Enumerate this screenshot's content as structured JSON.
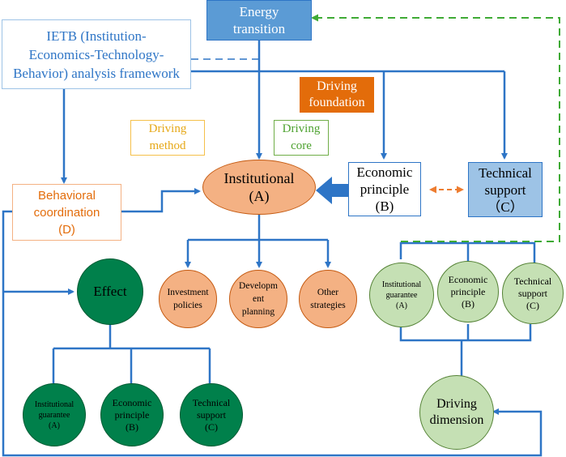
{
  "colors": {
    "blue_line": "#2e75c6",
    "green_dashed": "#3faa35",
    "orange_dashed": "#ed7d31",
    "energy_box": "#5b9bd5",
    "driving_foundation_box": "#e36c0a",
    "institutional_fill": "#f4b183",
    "technical_fill": "#9dc3e6",
    "dark_green": "#00804b",
    "light_green": "#c5e0b4"
  },
  "energy_transition": {
    "line1": "Energy",
    "line2": "transition"
  },
  "ietb": {
    "line1": "IETB (Institution-",
    "line2": "Economics-Technology-",
    "line3": "Behavior) analysis framework"
  },
  "driving_foundation": {
    "line1": "Driving",
    "line2": "foundation"
  },
  "driving_method": {
    "line1": "Driving",
    "line2": "method"
  },
  "driving_core": {
    "line1": "Driving",
    "line2": "core"
  },
  "institutional": {
    "line1": "Institutional",
    "line2": "(A)"
  },
  "economic": {
    "line1": "Economic",
    "line2": "principle",
    "line3": "(B)"
  },
  "technical": {
    "line1": "Technical",
    "line2": "support",
    "line3": "（C）"
  },
  "behavioral": {
    "line1": "Behavioral",
    "line2": "coordination",
    "line3": "(D)"
  },
  "institutional_children": [
    {
      "line1": "Investment",
      "line2": "policies"
    },
    {
      "line1": "Developm",
      "line2": "ent",
      "line3": "planning"
    },
    {
      "line1": "Other",
      "line2": "strategies"
    }
  ],
  "effect": {
    "label": "Effect"
  },
  "effect_children": [
    {
      "line1": "Institutional",
      "line2": "guarantee",
      "line3": "(A)"
    },
    {
      "line1": "Economic",
      "line2": "principle",
      "line3": "(B)"
    },
    {
      "line1": "Technical",
      "line2": "support",
      "line3": "(C)"
    }
  ],
  "right_children": [
    {
      "line1": "Institutional",
      "line2": "guarantee",
      "line3": "(A)"
    },
    {
      "line1": "Economic",
      "line2": "principle",
      "line3": "(B)"
    },
    {
      "line1": "Technical",
      "line2": "support",
      "line3": "(C)"
    }
  ],
  "driving_dimension": {
    "line1": "Driving",
    "line2": "dimension"
  }
}
